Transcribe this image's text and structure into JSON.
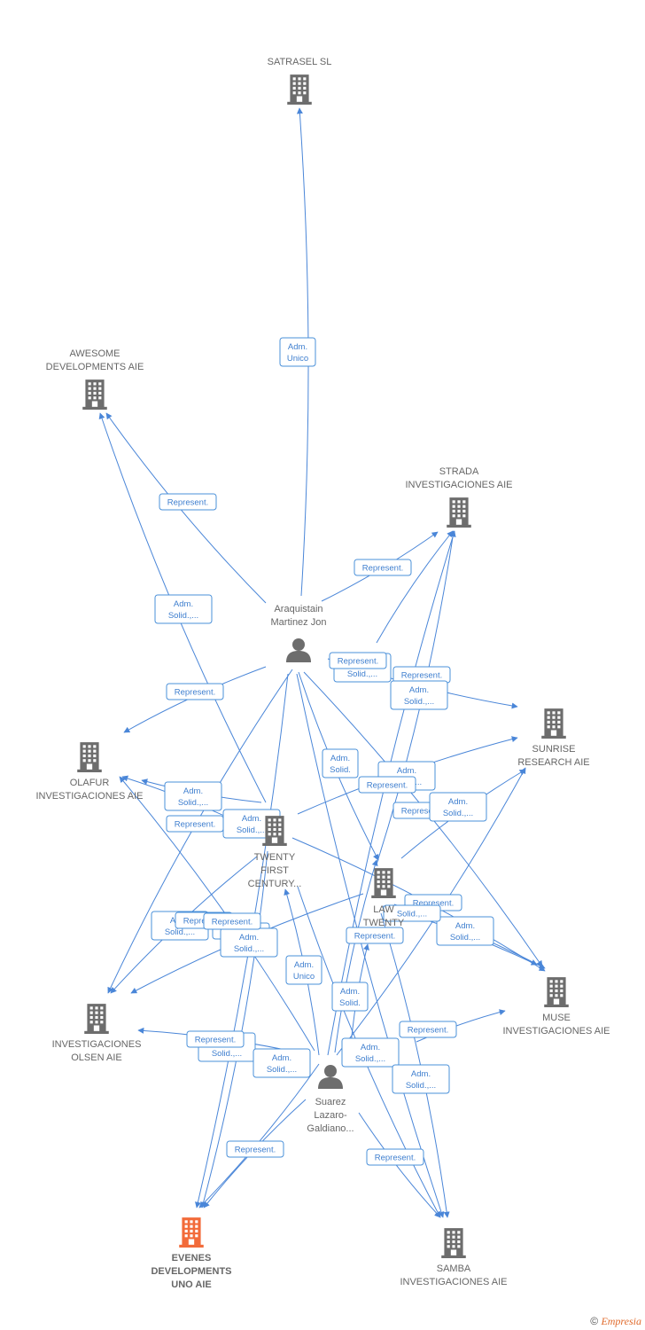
{
  "colors": {
    "edge": "#4a86d8",
    "company": "#6d6d6d",
    "focus_company": "#f26b3a",
    "person": "#6d6d6d"
  },
  "nodes": [
    {
      "id": "satrasel",
      "kind": "company",
      "label": [
        "SATRASEL  SL"
      ]
    },
    {
      "id": "awesome",
      "kind": "company",
      "label": [
        "AWESOME",
        "DEVELOPMENTS AIE"
      ]
    },
    {
      "id": "strada",
      "kind": "company",
      "label": [
        "STRADA",
        "INVESTIGACIONES AIE"
      ]
    },
    {
      "id": "araquistain",
      "kind": "person",
      "label": [
        "Araquistain",
        "Martinez Jon"
      ]
    },
    {
      "id": "olafur",
      "kind": "company",
      "label": [
        "OLAFUR",
        "INVESTIGACIONES AIE"
      ]
    },
    {
      "id": "sunrise",
      "kind": "company",
      "label": [
        "SUNRISE",
        "RESEARCH AIE"
      ]
    },
    {
      "id": "twentyfirst",
      "kind": "company",
      "label": [
        "TWENTY",
        "FIRST",
        "CENTURY..."
      ]
    },
    {
      "id": "lawtwenty",
      "kind": "company",
      "label": [
        "LAW",
        "TWENTY"
      ]
    },
    {
      "id": "muse",
      "kind": "company",
      "label": [
        "MUSE",
        "INVESTIGACIONES AIE"
      ]
    },
    {
      "id": "olsen",
      "kind": "company",
      "label": [
        "INVESTIGACIONES",
        "OLSEN AIE"
      ]
    },
    {
      "id": "suarez",
      "kind": "person",
      "label": [
        "Suarez",
        "Lazaro-",
        "Galdiano..."
      ]
    },
    {
      "id": "evenes",
      "kind": "company_focus",
      "label": [
        "EVENES",
        "DEVELOPMENTS",
        "UNO AIE"
      ]
    },
    {
      "id": "samba",
      "kind": "company",
      "label": [
        "SAMBA",
        "INVESTIGACIONES AIE"
      ]
    }
  ],
  "edge_labels": [
    [
      "Adm.",
      "Unico"
    ],
    [
      "Represent."
    ],
    [
      "Represent."
    ],
    [
      "Adm.",
      "Solid.,..."
    ],
    [
      "Represent."
    ],
    [
      "Adm.",
      "Solid.,..."
    ],
    [
      "Represent."
    ],
    [
      "Adm.",
      "Solid.,..."
    ],
    [
      "Adm.",
      "Solid."
    ],
    [
      "Adm.",
      "Solid.,..."
    ],
    [
      "Represent."
    ],
    [
      "Represent."
    ],
    [
      "Adm.",
      "Solid.,..."
    ],
    [
      "Adm.",
      "Solid.,..."
    ],
    [
      "Represent."
    ],
    [
      "Adm.",
      "Solid.,..."
    ],
    [
      "Represent."
    ],
    [
      "Represent."
    ],
    [
      "Adm.",
      "Solid.,..."
    ],
    [
      "Adm.",
      "Solid.,..."
    ],
    [
      "Represent."
    ],
    [
      "Solid.,..."
    ],
    [
      "Adm.",
      "Unico"
    ],
    [
      "Represent."
    ],
    [
      "Adm.",
      "Solid."
    ],
    [
      "Represent."
    ],
    [
      "Adm.",
      "Solid.,..."
    ],
    [
      "Adm.",
      "Solid.,..."
    ],
    [
      "Adm.",
      "Solid.,..."
    ],
    [
      "Represent."
    ],
    [
      "Adm.",
      "Solid.,..."
    ],
    [
      "Represent."
    ],
    [
      "Represent."
    ],
    [
      "Represent."
    ],
    [
      "Adm.",
      "Solid.,..."
    ],
    [
      "Represent."
    ]
  ],
  "footer": {
    "copyright": "©",
    "brand": "Empresia"
  }
}
